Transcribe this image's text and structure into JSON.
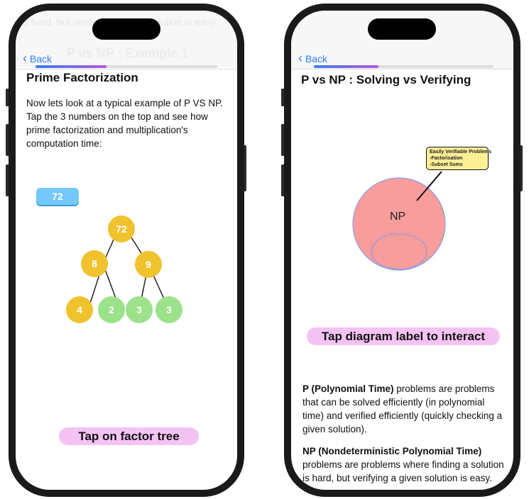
{
  "left_screen": {
    "faded_prev_text": "is hard, but verifying a given solution is easy.",
    "faded_nav_title": "P vs NP : Example 1",
    "back_label": "Back",
    "progress_percent": 35,
    "title": "Prime Factorization",
    "intro": "Now lets look at a typical example of P VS NP. Tap the 3 numbers on the top and see how prime factorization and multiplication's computation time:",
    "number_button": "72",
    "tree_nodes": [
      "72",
      "8",
      "9",
      "4",
      "2",
      "3",
      "3"
    ],
    "hint": "Tap on factor tree"
  },
  "right_screen": {
    "back_label": "Back",
    "progress_percent": 36,
    "title": "P vs NP : Solving vs Verifying",
    "diagram": {
      "np_label": "NP",
      "callout_lines": [
        "Easily Verifiable Problems",
        "-Factorisation",
        "-Subset Sums"
      ]
    },
    "hint": "Tap diagram label to interact",
    "p_term": "P (Polynomial Time)",
    "p_text": " problems are problems that can be solved efficiently (in polynomial time) and verified efficiently (quickly checking a given solution).",
    "np_term": "NP (Nondeterministic Polynomial Time)",
    "np_text": " problems are problems where finding a solution is hard, but verifying a given solution is easy."
  },
  "colors": {
    "yellow": "#f0c22e",
    "green": "#9be28b",
    "blue_button": "#74c8fb",
    "pink_pill": "#f4c3f4",
    "np_circle": "#f99c9c",
    "callout": "#fcef96"
  }
}
